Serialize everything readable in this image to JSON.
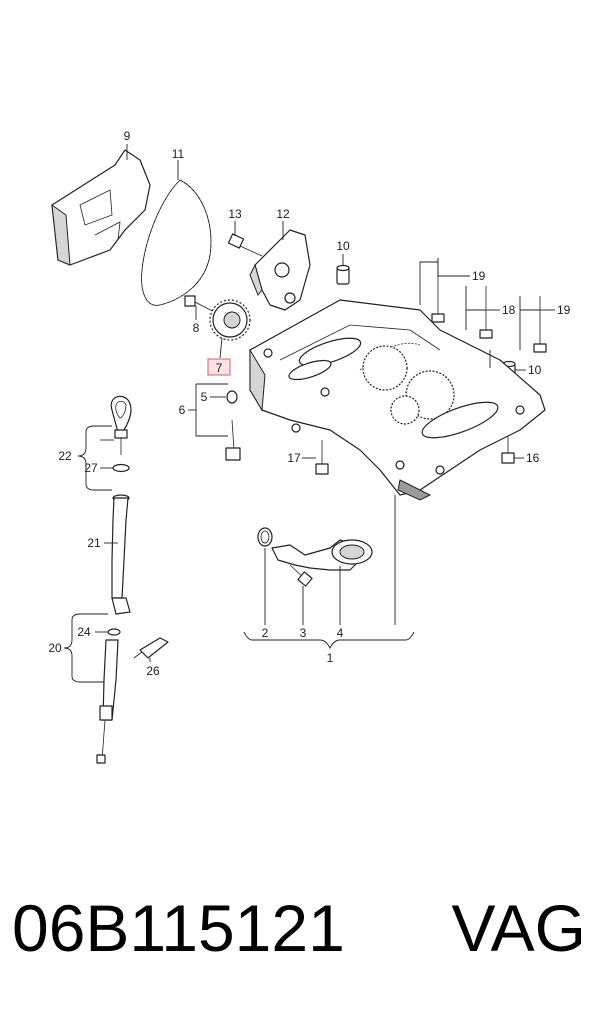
{
  "diagram": {
    "callouts": {
      "c1": "1",
      "c2": "2",
      "c3": "3",
      "c4": "4",
      "c5": "5",
      "c6": "6",
      "c7": "7",
      "c8": "8",
      "c9": "9",
      "c10a": "10",
      "c10b": "10",
      "c11": "11",
      "c12": "12",
      "c13": "13",
      "c16": "16",
      "c17": "17",
      "c18": "18",
      "c19a": "19",
      "c19b": "19",
      "c20": "20",
      "c21": "21",
      "c22": "22",
      "c24": "24",
      "c26": "26",
      "c27": "27"
    },
    "highlight_color": "#e05a6a"
  },
  "footer": {
    "part_number": "06B115121",
    "brand": "VAG"
  }
}
